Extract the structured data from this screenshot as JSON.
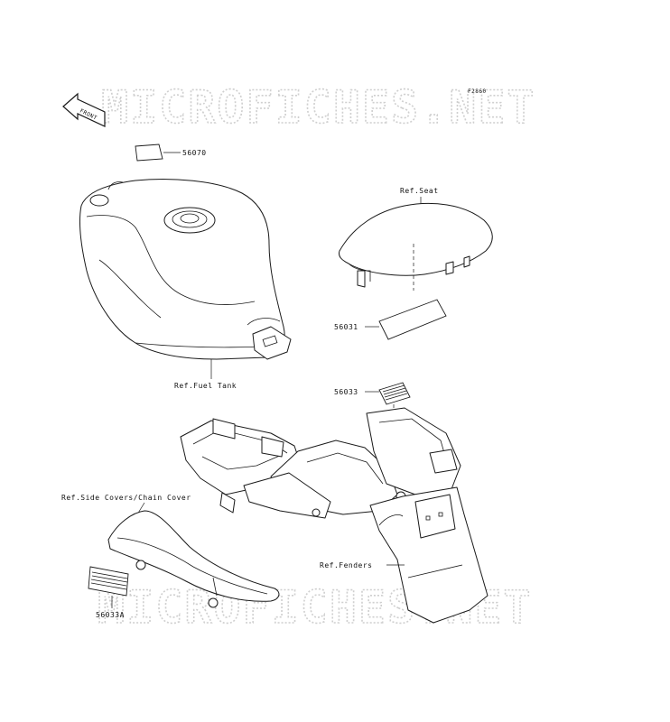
{
  "diagram": {
    "code": "F2860",
    "front_label": "FRONT",
    "watermarks": [
      "MICROFICHES.NET",
      "MICROFICHES.NET"
    ],
    "callouts": [
      {
        "id": "label-56070",
        "text": "56070"
      },
      {
        "id": "label-ref-seat",
        "text": "Ref.Seat"
      },
      {
        "id": "label-56031",
        "text": "56031"
      },
      {
        "id": "label-ref-fuel-tank",
        "text": "Ref.Fuel Tank"
      },
      {
        "id": "label-56033",
        "text": "56033"
      },
      {
        "id": "label-ref-side-covers",
        "text": "Ref.Side Covers/Chain Cover"
      },
      {
        "id": "label-ref-fenders",
        "text": "Ref.Fenders"
      },
      {
        "id": "label-56033a",
        "text": "56033A"
      }
    ]
  }
}
